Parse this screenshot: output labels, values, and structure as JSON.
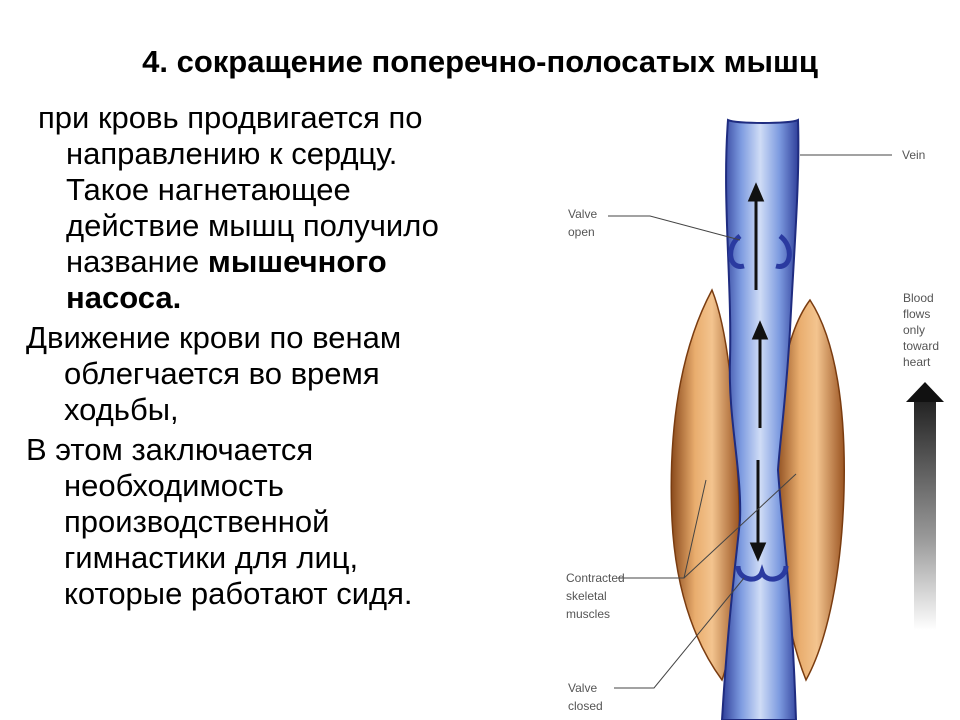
{
  "slide": {
    "title": "4. сокращение поперечно-полосатых мышц",
    "paragraph1": {
      "lines": [
        "при кровь продвигается по",
        "направлению к сердцу.",
        "Такое нагнетающее",
        "действие мышц получило"
      ],
      "line5_prefix": "название ",
      "line5_bold": "мышечного",
      "line6_bold": "насоса."
    },
    "paragraph2": {
      "lines": [
        "Движение крови по венам",
        "облегчается во время",
        "ходьбы,"
      ]
    },
    "paragraph3": {
      "lines": [
        "В этом заключается",
        "необходимость",
        "производственной",
        "гимнастики для лиц,",
        "которые работают сидя."
      ]
    }
  },
  "figure": {
    "labels": {
      "vein": "Vein",
      "valve_open_1": "Valve",
      "valve_open_2": "open",
      "blood_flow_1": "Blood",
      "blood_flow_2": "flows",
      "blood_flow_3": "only",
      "blood_flow_4": "toward",
      "blood_flow_5": "heart",
      "contracted_1": "Contracted",
      "contracted_2": "skeletal",
      "contracted_3": "muscles",
      "valve_closed_1": "Valve",
      "valve_closed_2": "closed"
    },
    "colors": {
      "vein": "#6f8fd8",
      "muscle": "#d9975a",
      "label": "#555555"
    }
  }
}
